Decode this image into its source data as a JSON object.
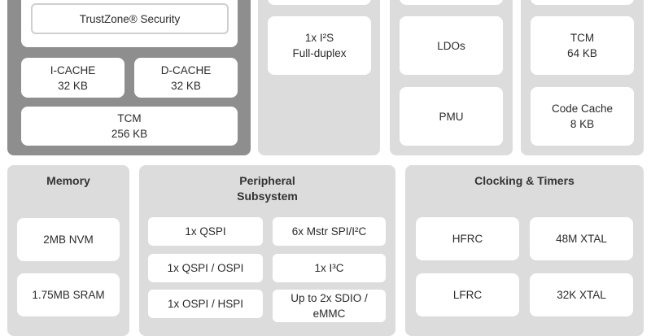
{
  "processor": {
    "trustzone": "TrustZone® Security",
    "icache": {
      "name": "I-CACHE",
      "size": "32 KB"
    },
    "dcache": {
      "name": "D-CACHE",
      "size": "32 KB"
    },
    "tcm": {
      "name": "TCM",
      "size": "256 KB"
    }
  },
  "col2": {
    "i2s": {
      "line1": "1x I²S",
      "line2": "Full-duplex"
    }
  },
  "col3": {
    "ldos": "LDOs",
    "pmu": "PMU"
  },
  "col4": {
    "tcm": {
      "name": "TCM",
      "size": "64 KB"
    },
    "code_cache": {
      "name": "Code Cache",
      "size": "8 KB"
    }
  },
  "memory": {
    "title": "Memory",
    "nvm": "2MB NVM",
    "sram": "1.75MB SRAM"
  },
  "peripheral": {
    "title_line1": "Peripheral",
    "title_line2": "Subsystem",
    "items": {
      "qspi": "1x QSPI",
      "mstr_spi": "6x Mstr SPI/I²C",
      "qspi_ospi": "1x QSPI / OSPI",
      "i3c": "1x I³C",
      "ospi_hspi": "1x OSPI / HSPI",
      "sdio_line1": "Up to 2x SDIO /",
      "sdio_line2": "eMMC"
    }
  },
  "clocking": {
    "title": "Clocking & Timers",
    "hfrc": "HFRC",
    "xtal48": "48M XTAL",
    "lfrc": "LFRC",
    "xtal32": "32K XTAL"
  }
}
